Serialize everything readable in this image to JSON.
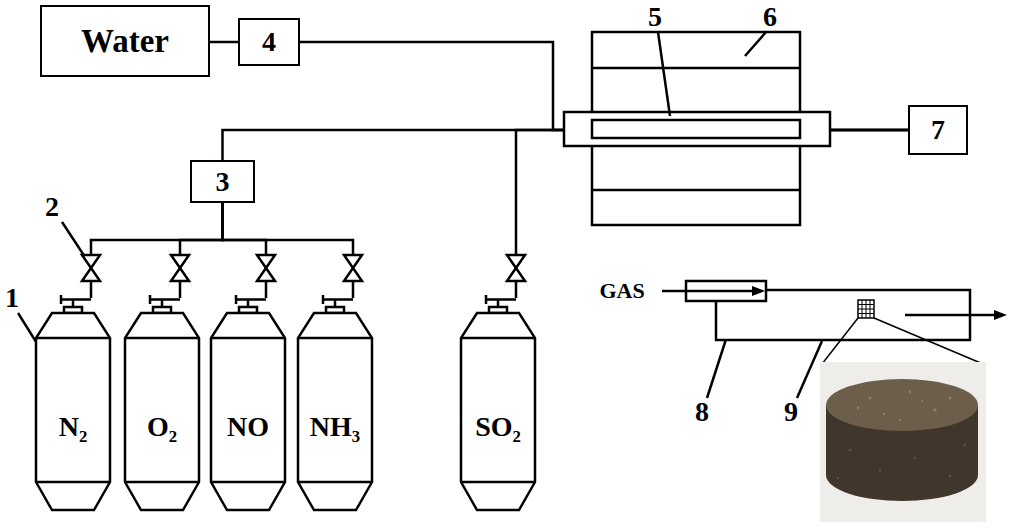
{
  "diagram": {
    "nodes": [
      {
        "text": [
          "Water"
        ]
      },
      {
        "text": [
          "4"
        ]
      },
      {
        "text": [
          "7"
        ]
      },
      {
        "text": [
          "3"
        ]
      },
      {
        "text": [
          "N₂"
        ]
      },
      {
        "text": [
          "O₂"
        ]
      },
      {
        "text": [
          "NO"
        ]
      },
      {
        "text": [
          "NH₃"
        ]
      },
      {
        "text": [
          "SO₂"
        ]
      }
    ],
    "edges": [
      {
        "from": 0,
        "to": 1,
        "arrow": "none"
      },
      {
        "from": 1,
        "to": 2,
        "arrow": "none"
      },
      {
        "from": 3,
        "to": 2,
        "arrow": "none"
      },
      {
        "from": 4,
        "to": 3,
        "arrow": "none"
      },
      {
        "from": 5,
        "to": 3,
        "arrow": "none"
      },
      {
        "from": 6,
        "to": 3,
        "arrow": "none"
      },
      {
        "from": 7,
        "to": 3,
        "arrow": "none"
      },
      {
        "from": 8,
        "to": 2,
        "arrow": "none"
      }
    ],
    "labels": [
      "1",
      "2",
      "5",
      "6",
      "8",
      "9",
      "GAS"
    ]
  }
}
